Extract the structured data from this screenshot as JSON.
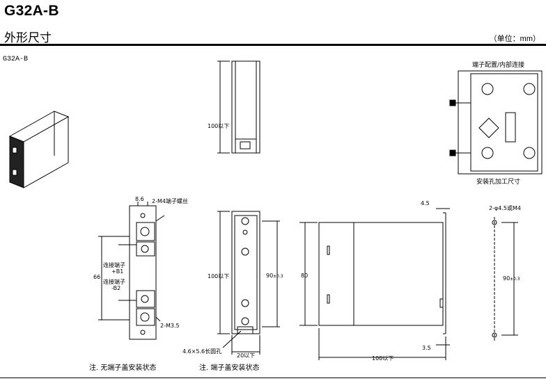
{
  "header": {
    "title": "G32A-B",
    "section": "外形尺寸",
    "unit": "（单位：mm）",
    "model": "G32A-B"
  },
  "labels": {
    "terminal_diagram": "端子配置/内部连接",
    "mount_hole": "安装孔加工尺寸",
    "screw_m4": "2-M4端子螺丝",
    "dim_8_6": "8.6",
    "dim_66": "66",
    "conn_b1_a": "连接端子",
    "conn_b1_b": "+B1",
    "conn_b2_a": "连接端子",
    "conn_b2_b": "-B2",
    "screw_m35": "2-M3.5",
    "top_100": "100以下",
    "mid_100": "100以下",
    "dim_90": "90",
    "dim_tol": "±0.3",
    "slot": "4.6×5.6长圆孔",
    "dim_20": "20以下",
    "dim_4_5": "4.5",
    "dim_80": "80",
    "dim_3_5": "3.5",
    "bottom_100": "100以下",
    "hole_spec": "2-φ4.5或M4",
    "hole_90": "90",
    "hole_tol": "±0.3"
  },
  "notes": {
    "left": "注. 无端子盖安装状态",
    "mid": "注. 端子盖安装状态"
  }
}
